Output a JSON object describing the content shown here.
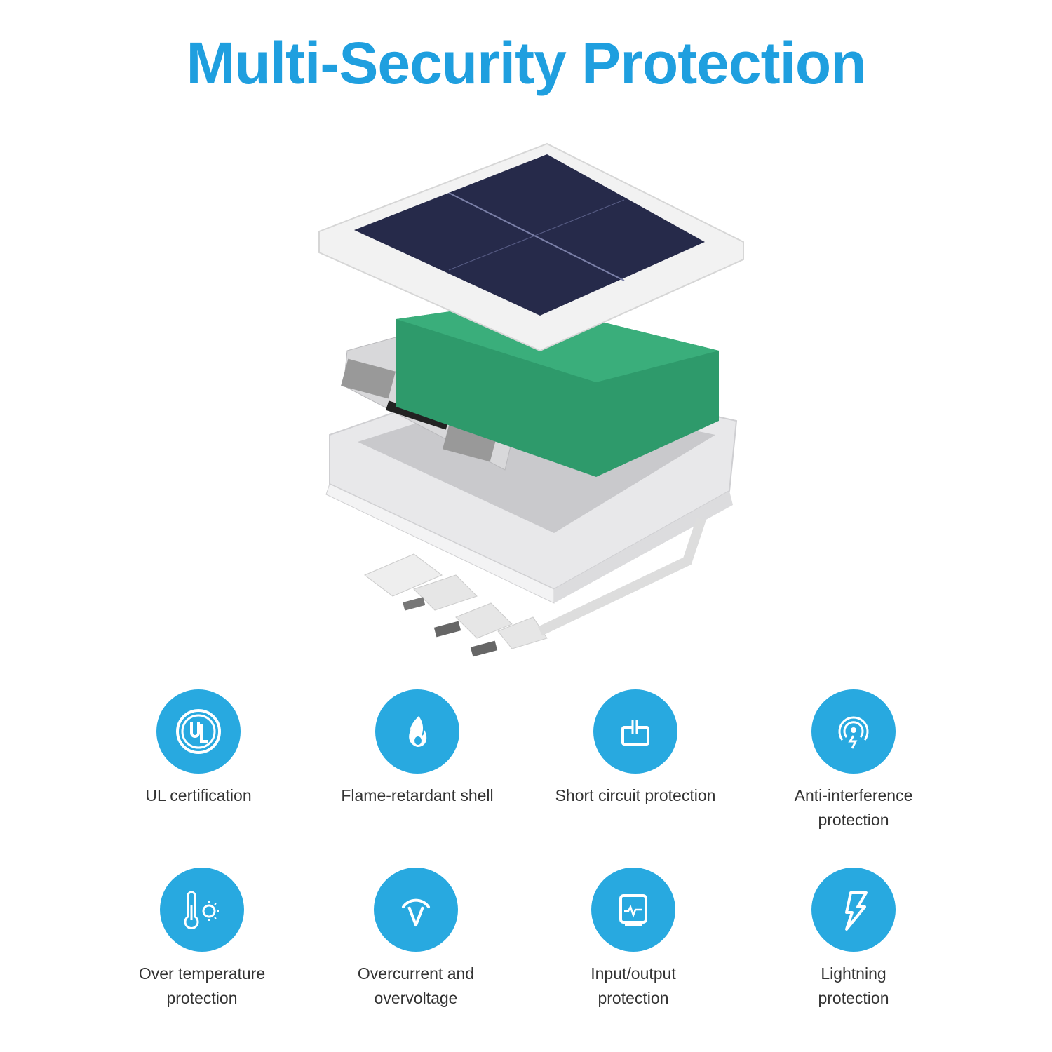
{
  "title": "Multi-Security Protection",
  "accent_color": "#28a9e0",
  "features": [
    {
      "label": "UL certification",
      "icon": "ul-certification-icon"
    },
    {
      "label": "Flame-retardant shell",
      "icon": "flame-icon"
    },
    {
      "label": "Short circuit protection",
      "icon": "short-circuit-icon"
    },
    {
      "label": "Anti-interference protection",
      "icon": "anti-interference-icon"
    },
    {
      "label": "Over temperature protection",
      "icon": "thermometer-sun-icon"
    },
    {
      "label": "Overcurrent and overvoltage",
      "icon": "voltage-icon"
    },
    {
      "label": "Input/output protection",
      "icon": "monitor-pulse-icon"
    },
    {
      "label": "Lightning protection",
      "icon": "lightning-icon"
    }
  ]
}
